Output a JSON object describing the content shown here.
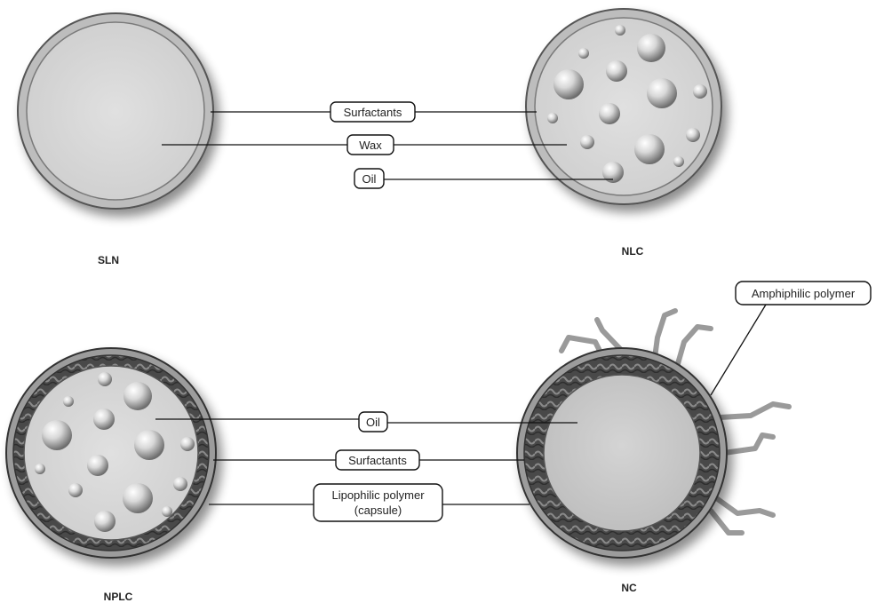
{
  "particles": {
    "sln": "SLN",
    "nlc": "NLC",
    "nplc": "NPLC",
    "nc": "NC"
  },
  "labels": {
    "surfactants_top": "Surfactants",
    "wax": "Wax",
    "oil_top": "Oil",
    "oil_bottom": "Oil",
    "surfactants_bottom": "Surfactants",
    "lipophilic_line1": "Lipophilic polymer",
    "lipophilic_line2": "(capsule)",
    "amphiphilic": "Amphiphilic polymer"
  },
  "colors": {
    "core_fill": "#d9d9d9",
    "shell_dark": "#555555",
    "polymer_chain": "#9a9a9a",
    "line": "#111111"
  }
}
